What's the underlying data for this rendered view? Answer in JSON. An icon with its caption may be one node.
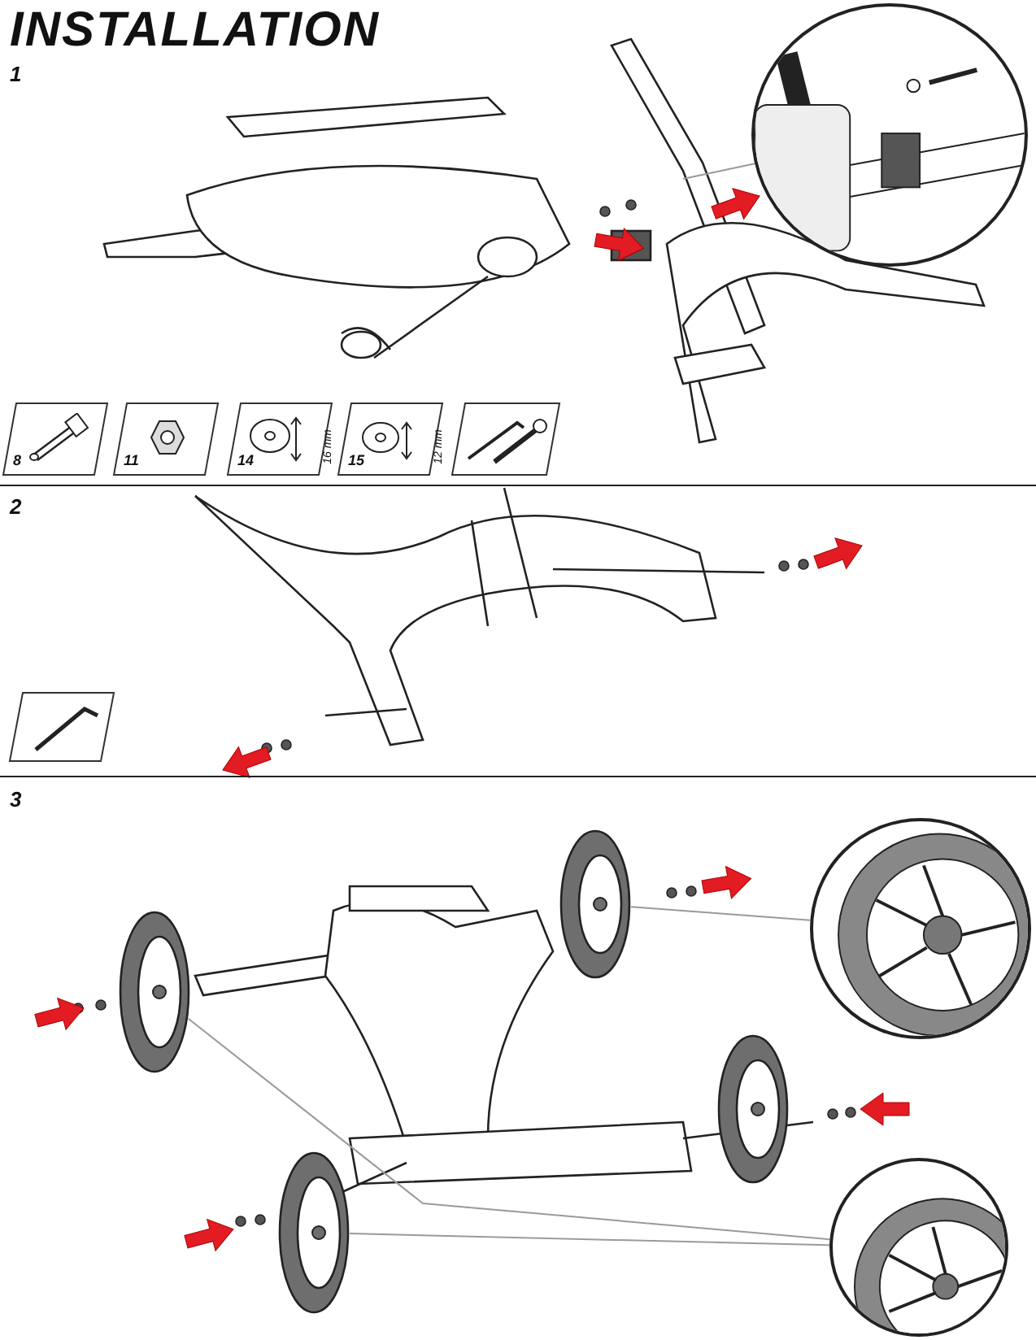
{
  "diagram": {
    "title": "INSTALLATION",
    "nodes": [
      {
        "text": [
          "8"
        ]
      },
      {
        "text": [
          "11"
        ]
      },
      {
        "text": [
          "14",
          "16 mm"
        ]
      },
      {
        "text": [
          "15",
          "12 mm"
        ]
      },
      {
        "text": [],
        "shape": "box"
      },
      {
        "text": [],
        "shape": "box"
      },
      {
        "text": [],
        "shape": "picture"
      },
      {
        "text": [],
        "shape": "picture"
      },
      {
        "text": [],
        "shape": "picture"
      },
      {
        "text": [],
        "shape": "picture"
      },
      {
        "text": [],
        "shape": "picture"
      },
      {
        "text": [],
        "shape": "picture"
      },
      {
        "text": [],
        "shape": "picture"
      }
    ],
    "edges": [
      {
        "from": 6,
        "to": null,
        "arrow": "none"
      },
      {
        "from": 7,
        "to": 11,
        "arrow": "none"
      },
      {
        "from": 8,
        "to": 10,
        "arrow": "none"
      },
      {
        "from": 8,
        "to": 9,
        "arrow": "none"
      }
    ],
    "labels": [
      "1",
      "2",
      "3"
    ]
  }
}
